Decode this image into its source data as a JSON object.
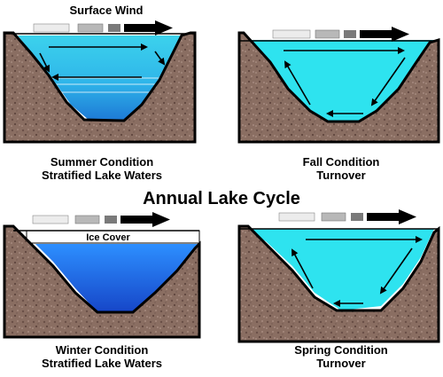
{
  "title": "Annual Lake Cycle",
  "wind_label": "Surface Wind",
  "ice_label": "Ice Cover",
  "panels": [
    {
      "id": "summer",
      "line1": "Summer Condition",
      "line2": "Stratified Lake Waters"
    },
    {
      "id": "fall",
      "line1": "Fall Condition",
      "line2": "Turnover"
    },
    {
      "id": "winter",
      "line1": "Winter Condition",
      "line2": "Stratified Lake Waters"
    },
    {
      "id": "spring",
      "line1": "Spring Condition",
      "line2": "Turnover"
    }
  ],
  "colors": {
    "rock": "#8a6e62",
    "summer_water_top": "#3cd2ec",
    "summer_water_bottom": "#1e7ad6",
    "turnover_water": "#2ee3ef",
    "winter_water_top": "#2d8fff",
    "winter_water_bottom": "#1646c8",
    "arrow": "#000000"
  }
}
